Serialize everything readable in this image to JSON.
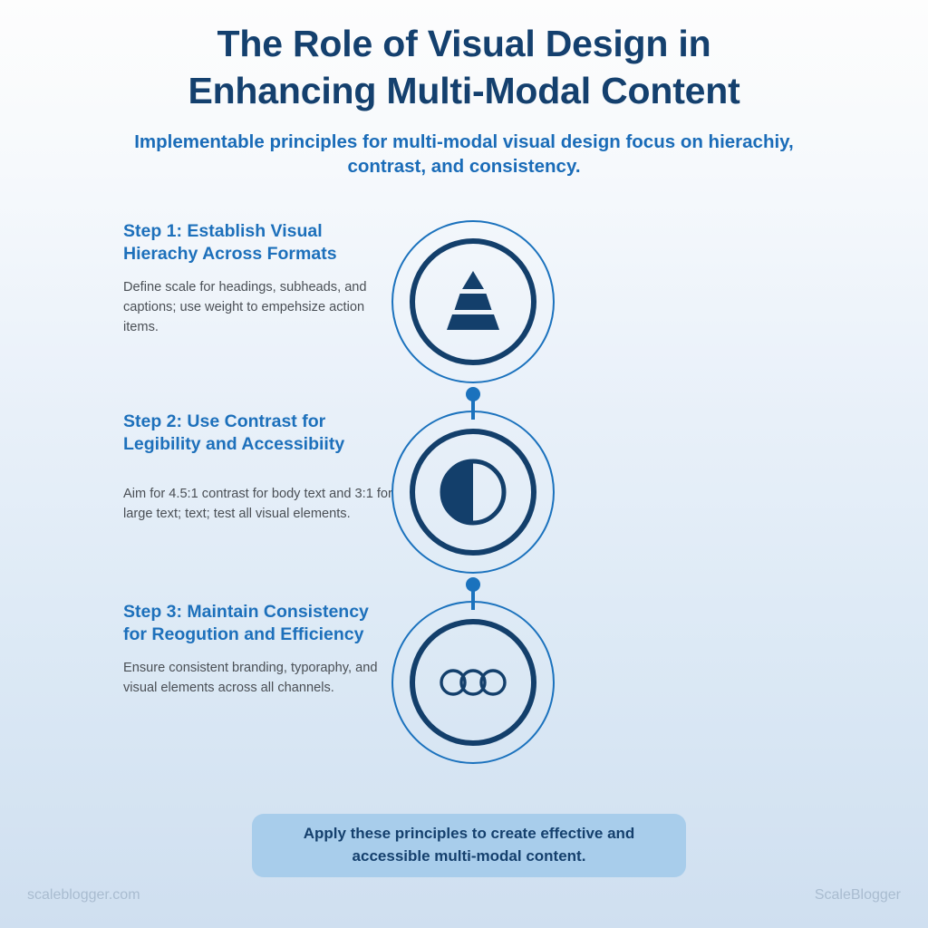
{
  "header": {
    "title_line1": "The Role of Visual Design in",
    "title_line2": "Enhancing Multi-Modal Content",
    "subtitle": "Implementable principles for multi-modal visual design focus on hierachiy, contrast, and consistency."
  },
  "steps": [
    {
      "heading": "Step 1: Establish Visual Hierachy Across Formats",
      "body": "Define scale for headings, subheads, and captions; use weight to empehsize action items.",
      "icon": "pyramid-hierarchy-icon"
    },
    {
      "heading": "Step 2: Use Contrast for Legibility and Accessibiity",
      "body": "Aim for 4.5:1 contrast for body text and 3:1 for large text; text; test all visual elements.",
      "icon": "contrast-half-circle-icon"
    },
    {
      "heading": "Step 3: Maintain Consistency for Reogution and Efficiency",
      "body": "Ensure consistent branding, typoraphy, and visual elements across all channels.",
      "icon": "three-interlocking-rings-icon"
    }
  ],
  "cta": {
    "text": "Apply these principles to create effective and accessible multi-modal content."
  },
  "footer": {
    "left": "scaleblogger.com",
    "right": "ScaleBlogger"
  },
  "colors": {
    "title_navy": "#14406e",
    "accent_blue": "#1d70bb",
    "subtitle_blue": "#1a6cb8",
    "body_gray": "#4a4f55",
    "ring_navy": "#133f6b",
    "ring_blue": "#1b72bd",
    "cta_fill": "#a8cdeb",
    "footer_gray": "#a9bcd0",
    "bg_top": "#fdfdfd",
    "bg_bottom": "#cfdff0"
  }
}
